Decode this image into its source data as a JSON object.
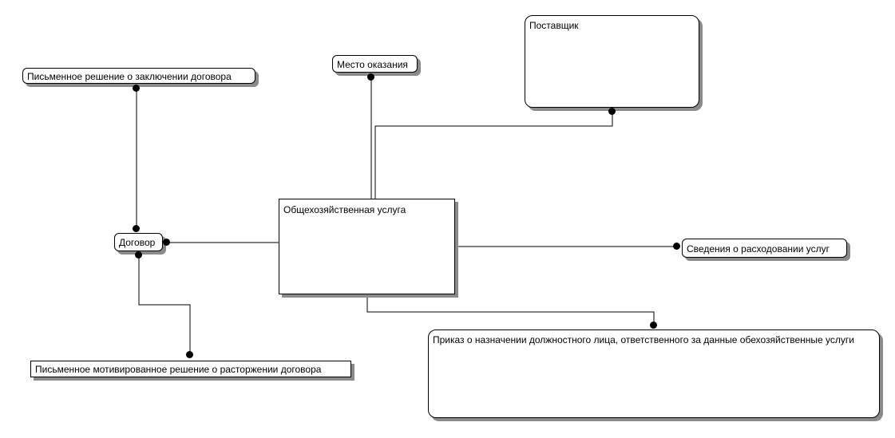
{
  "entities": {
    "written_decision_conclusion": "Письменное решение о заключении договора",
    "place": "Место оказания",
    "supplier": "Поставщик",
    "contract": "Договор",
    "service": "Общехозяйственная услуга",
    "expense_info": "Сведения о расходовании услуг",
    "order_appointment": "Приказ о назначении должностного лица, ответственного за данные обехозяйственные услуги",
    "written_decision_termination": "Письменное мотивированное решение о расторжении договора"
  },
  "colors": {
    "line": "#000000",
    "shadow": "#8a8a8a",
    "background": "#ffffff"
  }
}
